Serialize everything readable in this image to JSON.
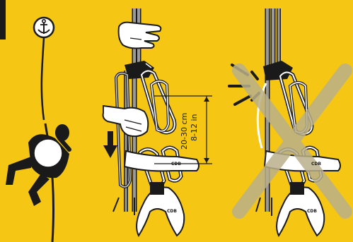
{
  "measurement": {
    "metric": "20-30 cm",
    "imperial": "8-12 in"
  },
  "brand_mark": "CDB",
  "colors": {
    "background": "#f6c614",
    "ink": "#1a1a1a",
    "rope_grey": "#9a9a9a",
    "cross_grey": "#b9b08a",
    "white": "#ffffff"
  },
  "icons": {
    "anchor": "anchor-icon",
    "prohibited": "cross-out-icon",
    "direction": "down-arrow-icon"
  }
}
